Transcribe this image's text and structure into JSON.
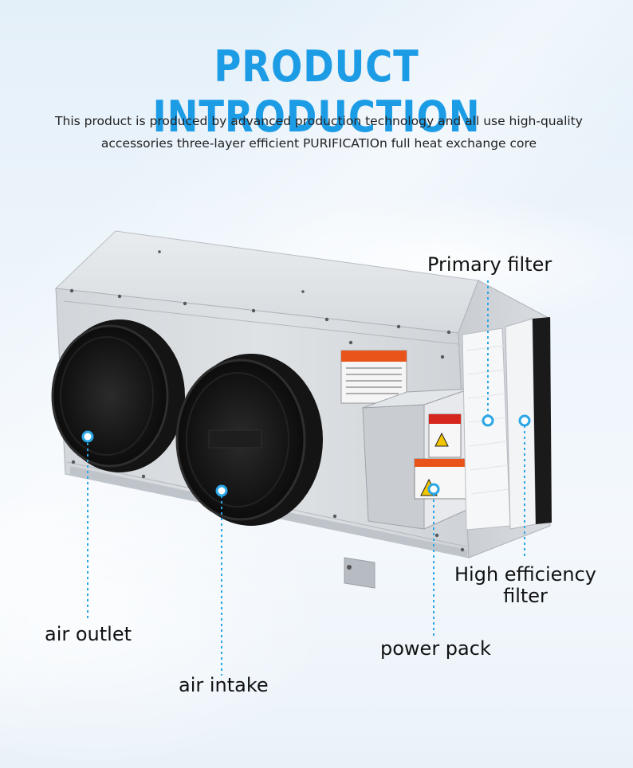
{
  "header": {
    "title": "PRODUCT INTRODUCTION",
    "subtitle_line1": "This product is produced by advanced production technology and all use high-quality",
    "subtitle_line2": "accessories three-layer efficient PURIFICATIOn full heat exchange core"
  },
  "callouts": {
    "primary_filter": "Primary filter",
    "high_efficiency_filter_line1": "High efficiency",
    "high_efficiency_filter_line2": "filter",
    "air_outlet": "air outlet",
    "air_intake": "air intake",
    "power_pack": "power pack"
  },
  "colors": {
    "accent": "#1d9ce6",
    "callout_line": "#2aa6e6",
    "warning_orange": "#e8541a"
  }
}
